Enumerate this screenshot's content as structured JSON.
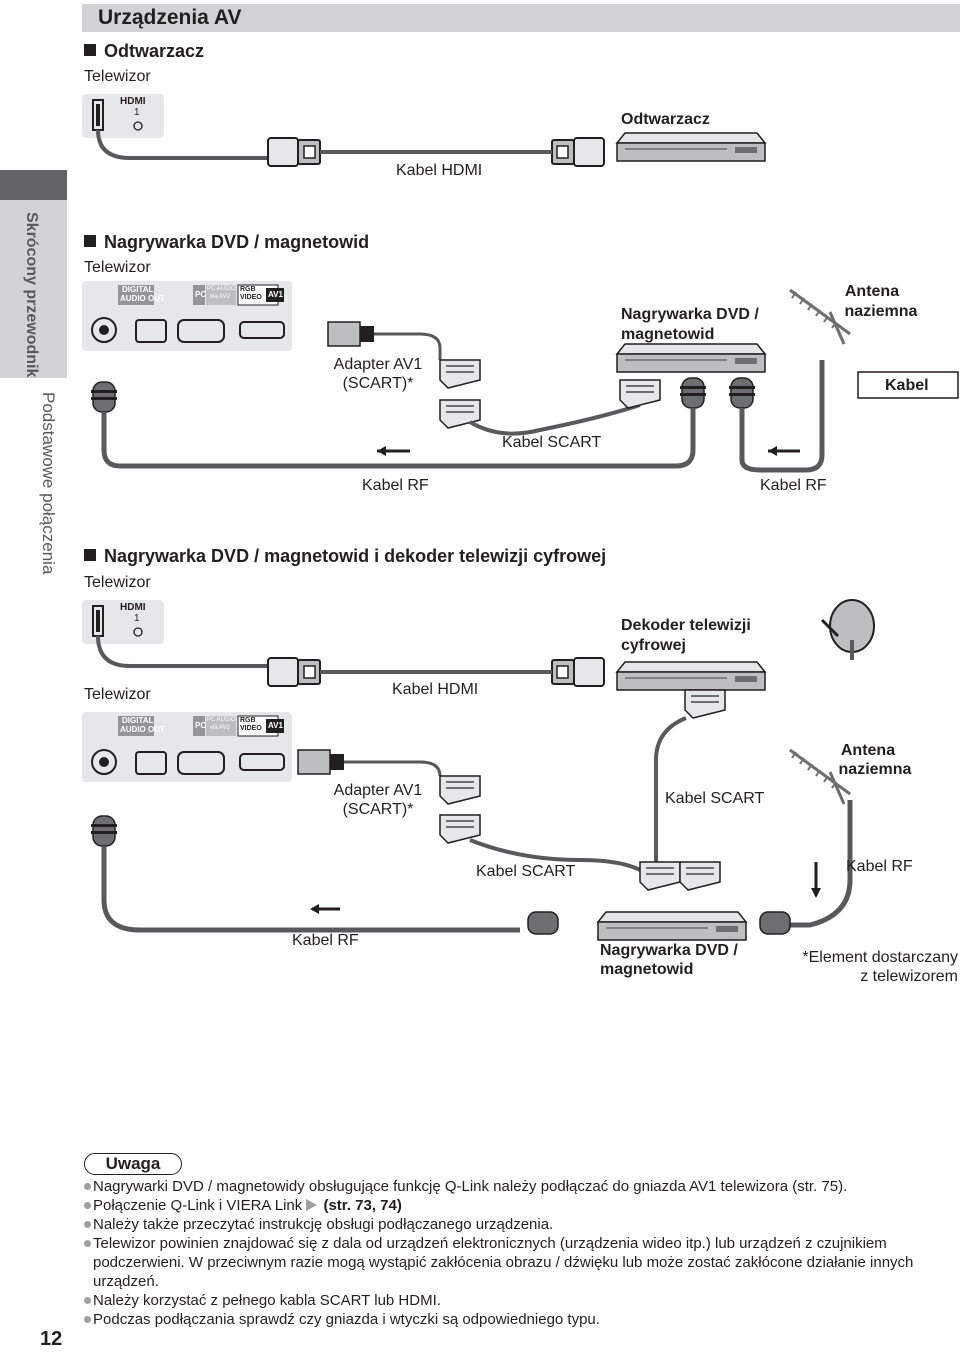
{
  "header": {
    "title": "Urządzenia AV"
  },
  "side_tab": {
    "primary": "Skrócony przewodnik",
    "secondary": "Podstawowe połączenia"
  },
  "section1": {
    "heading": "Odtwarzacz",
    "tv_label": "Telewizor",
    "panel_hdmi": "HDMI",
    "panel_hdmi_num": "1",
    "device_label": "Odtwarzacz",
    "cable_label": "Kabel HDMI"
  },
  "section2": {
    "heading": "Nagrywarka DVD / magnetowid",
    "tv_label": "Telewizor",
    "panel": {
      "digital": "DIGITAL",
      "audio_out": "AUDIO OUT",
      "pc": "PC",
      "pc_audio": "PC AUDIO",
      "via_av2": "via AV2",
      "rgb": "RGB",
      "video": "VIDEO",
      "av1": "AV1"
    },
    "adapter_line1": "Adapter AV1",
    "adapter_line2": "(SCART)*",
    "scart_label": "Kabel SCART",
    "device_line1": "Nagrywarka DVD /",
    "device_line2": "magnetowid",
    "antenna_line1": "Antena",
    "antenna_line2": "naziemna",
    "cable_box": "Kabel",
    "rf_left": "Kabel RF",
    "rf_right": "Kabel RF"
  },
  "section3": {
    "heading": "Nagrywarka DVD / magnetowid i dekoder telewizji cyfrowej",
    "tv_label": "Telewizor",
    "panel_hdmi": "HDMI",
    "panel_hdmi_num": "1",
    "decoder_line1": "Dekoder telewizji",
    "decoder_line2": "cyfrowej",
    "tv_label2": "Telewizor",
    "hdmi_label": "Kabel HDMI",
    "adapter_line1": "Adapter AV1",
    "adapter_line2": "(SCART)*",
    "scart_right": "Kabel SCART",
    "antenna_line1": "Antena",
    "antenna_line2": "naziemna",
    "scart_mid": "Kabel SCART",
    "rf_right": "Kabel RF",
    "rf_left": "Kabel RF",
    "recorder_line1": "Nagrywarka DVD /",
    "recorder_line2": "magnetowid",
    "footnote_line1": "*Element dostarczany",
    "footnote_line2": "z telewizorem"
  },
  "note": {
    "title": "Uwaga",
    "items": [
      "Nagrywarki DVD / magnetowidy obsługujące funkcję Q-Link należy podłączać do gniazda AV1 telewizora (str. 75).",
      "Połączenie Q-Link i VIERA Link",
      "Należy także przeczytać instrukcję obsługi podłączanego urządzenia.",
      "Telewizor powinien znajdować się z dala od urządzeń elektronicznych (urządzenia wideo itp.) lub urządzeń z czujnikiem podczerwieni. W przeciwnym razie mogą wystąpić zakłócenia obrazu / dźwięku lub może zostać zakłócone działanie innych urządzeń.",
      "Należy korzystać z pełnego kabla SCART lub HDMI.",
      "Podczas podłączania sprawdź czy gniazda i wtyczki są odpowiedniego typu."
    ],
    "item2_ref": "(str. 73, 74)"
  },
  "page_number": "12",
  "colors": {
    "tab_dark": "#636466",
    "tab_light": "#d1d3d4",
    "panel": "#e6e7e8",
    "cable": "#58595b"
  }
}
